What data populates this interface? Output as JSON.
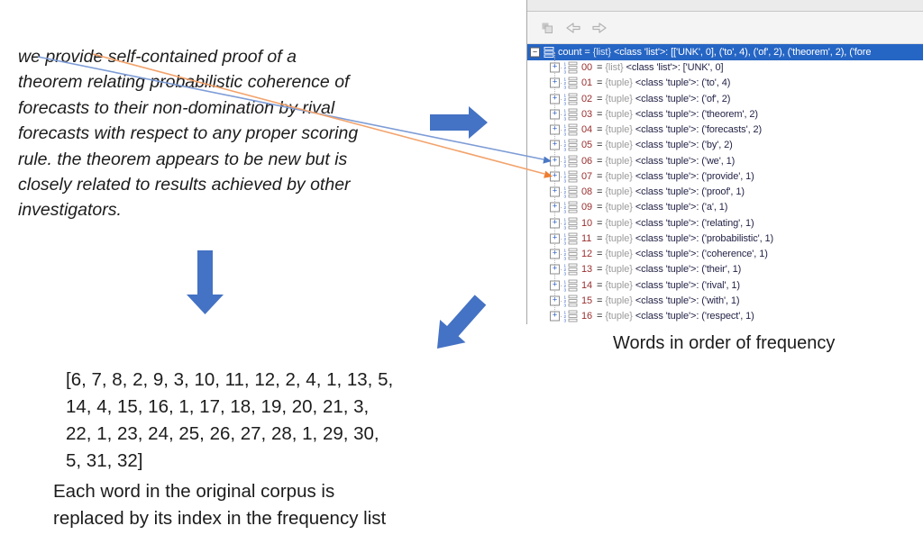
{
  "corpus": {
    "lines": [
      "we provide self-contained proof of a",
      "theorem relating probabilistic coherence of",
      "forecasts to their non-domination by rival",
      "forecasts with respect to any proper scoring",
      "rule. the theorem appears to be new but is",
      "closely related to results achieved by other",
      "investigators."
    ]
  },
  "debugger_panel": {
    "toolbar": {
      "icons": [
        "copy-frames-icon",
        "back-arrow-icon",
        "forward-arrow-icon"
      ]
    },
    "equals": "=",
    "collapse_glyph": "−",
    "expand_glyph": "+",
    "root": {
      "name": "count",
      "type": "{list}",
      "value": "<class 'list'>: [['UNK', 0], ('to', 4), ('of', 2), ('theorem', 2), ('fore"
    },
    "rows": [
      {
        "index": "00",
        "type": "{list}",
        "value": "<class 'list'>: ['UNK', 0]"
      },
      {
        "index": "01",
        "type": "{tuple}",
        "value": "<class 'tuple'>: ('to', 4)"
      },
      {
        "index": "02",
        "type": "{tuple}",
        "value": "<class 'tuple'>: ('of', 2)"
      },
      {
        "index": "03",
        "type": "{tuple}",
        "value": "<class 'tuple'>: ('theorem', 2)"
      },
      {
        "index": "04",
        "type": "{tuple}",
        "value": "<class 'tuple'>: ('forecasts', 2)"
      },
      {
        "index": "05",
        "type": "{tuple}",
        "value": "<class 'tuple'>: ('by', 2)"
      },
      {
        "index": "06",
        "type": "{tuple}",
        "value": "<class 'tuple'>: ('we', 1)"
      },
      {
        "index": "07",
        "type": "{tuple}",
        "value": "<class 'tuple'>: ('provide', 1)"
      },
      {
        "index": "08",
        "type": "{tuple}",
        "value": "<class 'tuple'>: ('proof', 1)"
      },
      {
        "index": "09",
        "type": "{tuple}",
        "value": "<class 'tuple'>: ('a', 1)"
      },
      {
        "index": "10",
        "type": "{tuple}",
        "value": "<class 'tuple'>: ('relating', 1)"
      },
      {
        "index": "11",
        "type": "{tuple}",
        "value": "<class 'tuple'>: ('probabilistic', 1)"
      },
      {
        "index": "12",
        "type": "{tuple}",
        "value": "<class 'tuple'>: ('coherence', 1)"
      },
      {
        "index": "13",
        "type": "{tuple}",
        "value": "<class 'tuple'>: ('their', 1)"
      },
      {
        "index": "14",
        "type": "{tuple}",
        "value": "<class 'tuple'>: ('rival', 1)"
      },
      {
        "index": "15",
        "type": "{tuple}",
        "value": "<class 'tuple'>: ('with', 1)"
      },
      {
        "index": "16",
        "type": "{tuple}",
        "value": "<class 'tuple'>: ('respect', 1)"
      }
    ]
  },
  "index_array": {
    "lines": [
      "[6, 7, 8, 2, 9, 3, 10, 11, 12, 2, 4, 1, 13, 5,",
      "14, 4, 15, 16, 1, 17, 18, 19, 20, 21, 3,",
      "22, 1, 23, 24, 25, 26, 27, 28, 1, 29, 30,",
      "5, 31, 32]"
    ]
  },
  "captions": {
    "frequency_list": "Words in order of frequency",
    "replacement": {
      "lines": [
        "Each word in the original corpus is",
        "replaced by its index in the frequency list"
      ]
    }
  },
  "colors": {
    "arrow_blue": "#4472c4",
    "connector_blue": "#7d9cd6",
    "connector_blue_head": "#4a78c4",
    "connector_orange": "#f2a36c",
    "connector_orange_head": "#ed7d31",
    "selection_blue": "#2565c4",
    "index_red": "#9a2f2f"
  }
}
